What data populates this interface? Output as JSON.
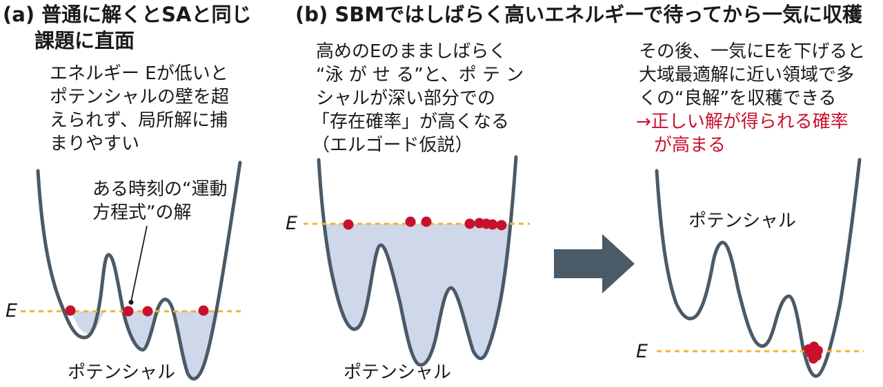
{
  "panel_a": {
    "title_line1": "(a) 普通に解くとSAと同じ",
    "title_line2": "課題に直面",
    "desc_lines": [
      "エネルギー Eが低いと",
      "ポテンシャルの壁を超",
      "えられず、局所解に捕",
      "まりやすい"
    ],
    "annotation_lines": [
      "ある時刻の“運動",
      "方程式”の解"
    ],
    "e_label": "E",
    "potential_label": "ポテンシャル"
  },
  "panel_b": {
    "title": "(b) SBMではしばらく高いエネルギーで待ってから一気に収穫",
    "desc_lines": [
      "高めのEのまましばらく",
      "“泳 が せ る”と、ポ テ ン",
      "シャルが深い部分での",
      "「存在確率」が高くなる",
      "（エルゴード仮説）"
    ],
    "e_label": "E",
    "potential_label": "ポテンシャル"
  },
  "panel_c": {
    "desc_lines": [
      "その後、一気にEを下げると",
      "大域最適解に近い領域で多",
      "くの“良解”を収穫できる"
    ],
    "result_lines": [
      "→正しい解が得られる確率",
      "が高まる"
    ],
    "e_label": "E",
    "potential_label": "ポテンシャル"
  },
  "colors": {
    "curve": "#4a5a66",
    "fill": "#cfd7ea",
    "dot": "#c8102e",
    "energy_line": "#f5b323",
    "arrow": "#4a5a66",
    "result_text": "#c8102e"
  }
}
